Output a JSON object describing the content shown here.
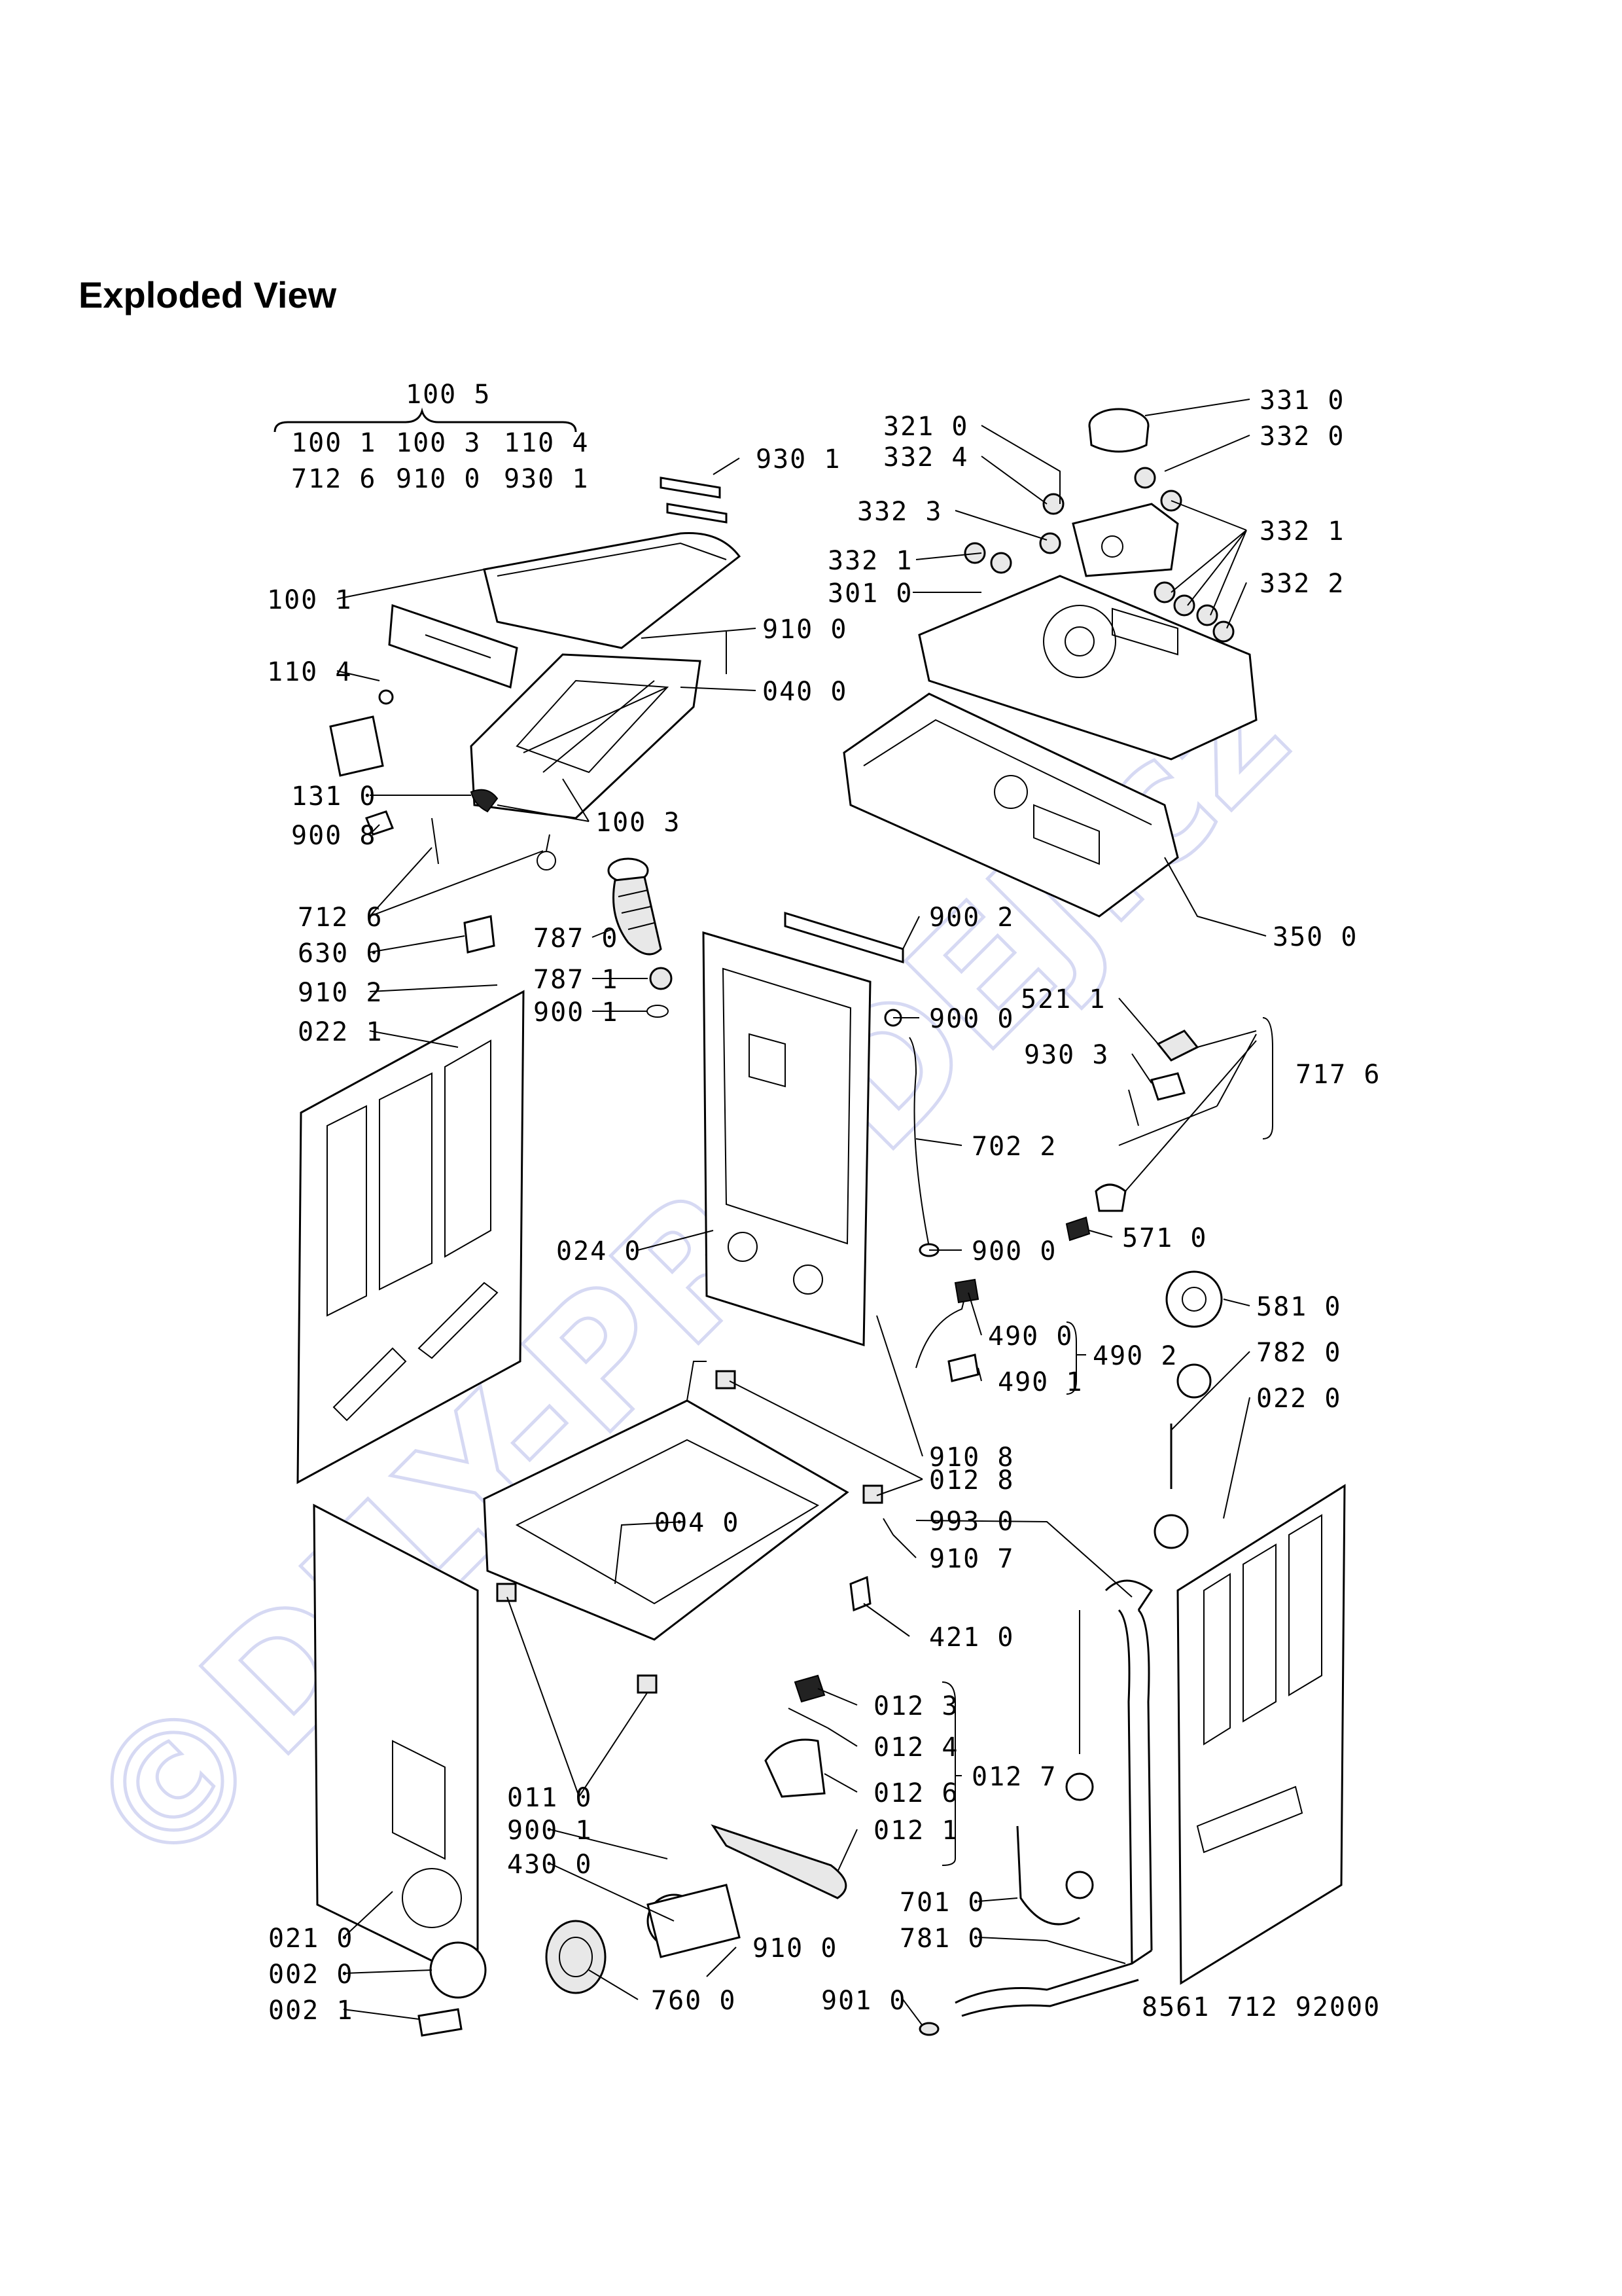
{
  "heading": "Exploded View",
  "watermark": "©DILY-PRODEJ.cz",
  "drawing_number": "8561 712 92000",
  "kit": {
    "main": "100 5",
    "row1": [
      "100 1",
      "100 3",
      "110 4"
    ],
    "row2": [
      "712 6",
      "910 0",
      "930 1"
    ]
  },
  "labels": [
    "930 1",
    "100 1",
    "910 0",
    "110 4",
    "040 0",
    "131 0",
    "100 3",
    "900 8",
    "712 6",
    "787 0",
    "630 0",
    "787 1",
    "910 2",
    "900 1",
    "022 1",
    "024 0",
    "321 0",
    "331 0",
    "332 4",
    "332 0",
    "332 3",
    "332 1",
    "332 1",
    "332 2",
    "301 0",
    "350 0",
    "900 2",
    "900 0",
    "521 1",
    "930 3",
    "717 6",
    "702 2",
    "900 0",
    "571 0",
    "490 0",
    "490 2",
    "490 1",
    "581 0",
    "782 0",
    "022 0",
    "910 8",
    "012 8",
    "004 0",
    "993 0",
    "910 7",
    "421 0",
    "012 3",
    "012 4",
    "012 7",
    "012 6",
    "012 1",
    "011 0",
    "900 1",
    "430 0",
    "910 0",
    "701 0",
    "781 0",
    "021 0",
    "002 0",
    "002 1",
    "760 0",
    "901 0"
  ]
}
